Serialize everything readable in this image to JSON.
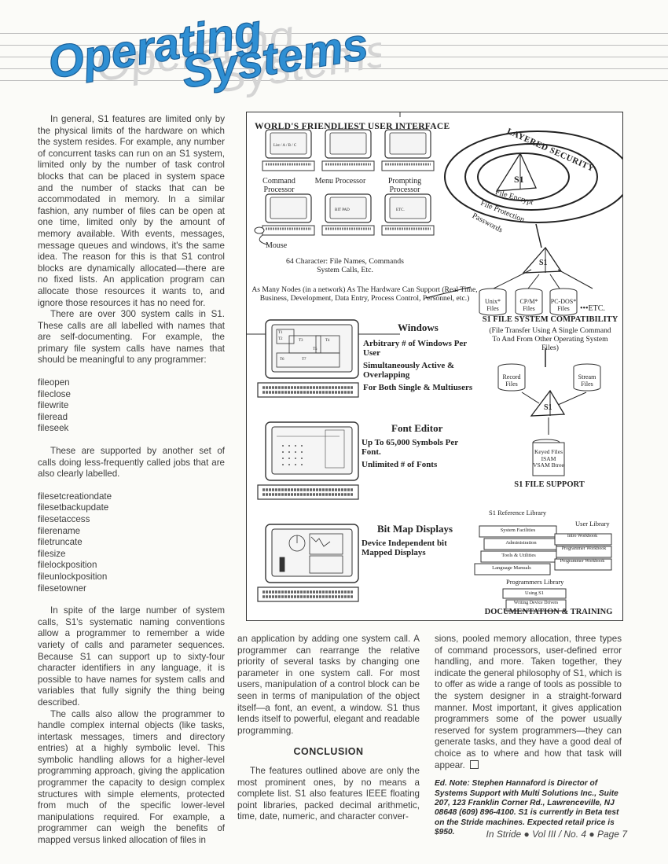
{
  "header": {
    "title_word1": "Operating",
    "title_word2": "Systems"
  },
  "col1": {
    "para1": "In general, S1 features are limited only by the physical limits of the hardware on which the system resides. For example, any number of concurrent tasks can run on an S1 system, limited only by the number of task control blocks that can be placed in system space and the number of stacks that can be accommodated in memory. In a similar fashion, any number of files can be open at one time, limited only by the amount of memory available. With events, messages, message queues and windows, it's the same idea. The reason for this is that S1 control blocks are dynamically allocated—there are no fixed lists. An application program can allocate those resources it wants to, and ignore those resources it has no need for.",
    "para2": "There are over 300 system calls in S1. These calls are all labelled with names that are self-documenting. For example, the primary file system calls have names that should be meaningful to any programmer:",
    "calls1": [
      "fileopen",
      "fileclose",
      "filewrite",
      "fileread",
      "fileseek"
    ],
    "para3": "These are supported by another set of calls doing less-frequently called jobs that are also clearly labelled.",
    "calls2": [
      "filesetcreationdate",
      "filesetbackupdate",
      "filesetaccess",
      "filerename",
      "filetruncate",
      "filesize",
      "filelockposition",
      "fileunlockposition",
      "filesetowner"
    ],
    "para4": "In spite of the large number of system calls, S1's systematic naming conventions allow a programmer to remember a wide variety of calls and parameter sequences. Because S1 can support up to sixty-four character identifiers in any language, it is possible to have names for system calls and variables that fully signify the thing being described.",
    "para5": "The calls also allow the programmer to handle complex internal objects (like tasks, intertask messages, timers and directory entries) at a highly symbolic level. This symbolic handling allows for a higher-level programming approach, giving the application programmer the capacity to design complex structures with simple elements, protected from much of the specific lower-level manipulations required. For example, a programmer can weigh the benefits of mapped versus linked allocation of files in"
  },
  "col2": {
    "para1": "an application by adding one system call. A programmer can rearrange the relative priority of several tasks by changing one parameter in one system call. For most users, manipulation of a control block can be seen in terms of manipulation of the object itself—a font, an event, a window. S1 thus lends itself to powerful, elegant and readable programming.",
    "conclusion_heading": "CONCLUSION",
    "para2": "The features outlined above are only the most prominent ones, by no means a complete list. S1 also features IEEE floating point libraries, packed decimal arithmetic, time, date, numeric, and character conver-"
  },
  "col3": {
    "para1": "sions, pooled memory allocation, three types of command processors, user-defined error handling, and more. Taken together, they indicate the general philosophy of S1, which is to offer as wide a range of tools as possible to the system designer in a straight-forward manner. Most important, it gives application programmers some of the power usually reserved for system programmers—they can generate tasks, and they have a good deal of choice as to where and how that task will appear.",
    "ed_note": "Ed. Note: Stephen Hannaford is Director of Systems Support with Multi Solutions Inc., Suite 207, 123 Franklin Corner Rd., Lawrenceville, NJ 08648 (609) 896-4100. S1 is currently in Beta test on the Stride machines. Expected retail price is $950."
  },
  "figure": {
    "ui_title": "WORLD'S FRIENDLIEST USER INTERFACE",
    "terminals": [
      "Command Processor",
      "Menu Processor",
      "Prompting Processor"
    ],
    "screen_texts": [
      "List / A / B / C",
      "BIT PAD",
      "ETC."
    ],
    "mouse": "Mouse",
    "char_note": "64 Character: File Names, Commands System Calls, Etc.",
    "nodes_note": "As Many Nodes (in a network) As The Hardware Can Support (Real Time, Business, Development, Data Entry, Process Control, Personnel, etc.)",
    "security_title": "LAYERED SECURITY",
    "security_rings": [
      "File Encrypt",
      "File Protection",
      "Passwords"
    ],
    "s1": "S1",
    "fs_items": [
      "Unix* Files",
      "CP/M* Files",
      "PC-DOS* Files",
      "•••ETC."
    ],
    "fs_title": "S1 FILE SYSTEM COMPATIBILITY",
    "fs_sub": "(File Transfer Using A Single Command To And From Other Operating System Files)",
    "record_files": "Record Files",
    "stream_files": "Stream Files",
    "keyed_files": "Keyed Files ISAM VSAM Btree",
    "file_support": "S1 FILE SUPPORT",
    "windows_title": "Windows",
    "windows_items": [
      "Arbitrary # of Windows Per User",
      "Simultaneously Active & Overlapping",
      "For Both Single & Multiusers"
    ],
    "window_panes": [
      "T1",
      "T2",
      "T3",
      "T4",
      "T5",
      "T6",
      "T7"
    ],
    "font_title": "Font Editor",
    "font_items": [
      "Up To 65,000 Symbols Per Font.",
      "Unlimited # of Fonts"
    ],
    "bitmap_title": "Bit Map Displays",
    "bitmap_items": [
      "Device Independent bit Mapped Displays"
    ],
    "ref_lib": "S1 Reference Library",
    "ref_books": [
      "System Facilities",
      "Administration",
      "Tools & Utilities",
      "Language Manuals"
    ],
    "user_lib": "User Library",
    "user_books": [
      "Intro Workbook",
      "Programmer Workbook",
      "Programmer Workbook"
    ],
    "prog_lib": "Programmers Library",
    "prog_books": [
      "Using S1",
      "Writing Device Drivers"
    ],
    "doc_title": "DOCUMENTATION & TRAINING"
  },
  "footer": {
    "text": "In Stride ● Vol III / No. 4 ● Page 7"
  }
}
